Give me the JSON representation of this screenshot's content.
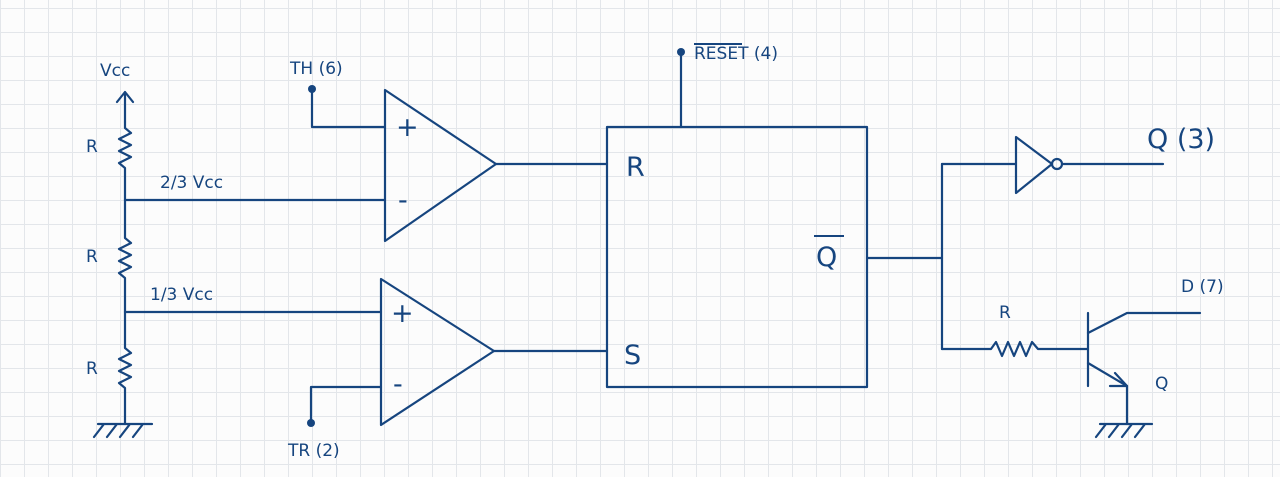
{
  "labels": {
    "vcc": "Vcc",
    "r_top": "R",
    "r_mid": "R",
    "r_bot": "R",
    "two_thirds": "2/3 Vcc",
    "one_third": "1/3 Vcc",
    "th": "TH (6)",
    "tr": "TR (2)",
    "reset": "RESET (4)",
    "plus_top": "+",
    "minus_top": "-",
    "plus_bot": "+",
    "minus_bot": "-",
    "ff_r": "R",
    "ff_s": "S",
    "ff_qbar": "Q",
    "out_q": "Q (3)",
    "discharge": "D (7)",
    "r_base": "R",
    "transistor": "Q"
  },
  "colors": {
    "ink": "#16457f",
    "paper": "#fcfcfc",
    "grid": "#e3e6ea"
  }
}
